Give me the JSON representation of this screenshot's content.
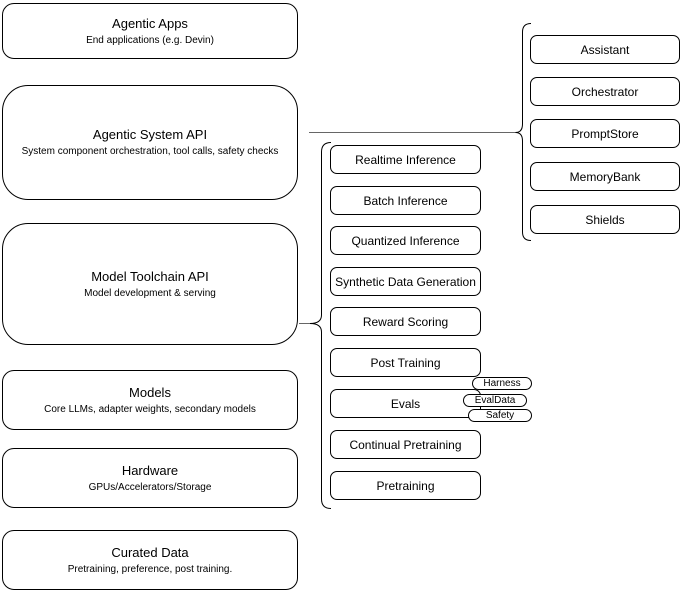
{
  "diagram": {
    "left_column": {
      "boxes": [
        {
          "title": "Agentic Apps",
          "subtitle": "End applications (e.g. Devin)"
        },
        {
          "title": "Agentic System API",
          "subtitle": "System component orchestration, tool calls, safety checks"
        },
        {
          "title": "Model Toolchain API",
          "subtitle": "Model development & serving"
        },
        {
          "title": "Models",
          "subtitle": "Core LLMs, adapter weights, secondary models"
        },
        {
          "title": "Hardware",
          "subtitle": "GPUs/Accelerators/Storage"
        },
        {
          "title": "Curated Data",
          "subtitle": "Pretraining, preference, post training."
        }
      ]
    },
    "toolchain_services": {
      "items": [
        {
          "label": "Realtime Inference"
        },
        {
          "label": "Batch Inference"
        },
        {
          "label": "Quantized Inference"
        },
        {
          "label": "Synthetic Data Generation"
        },
        {
          "label": "Reward Scoring"
        },
        {
          "label": "Post Training"
        },
        {
          "label": "Evals"
        },
        {
          "label": "Continual Pretraining"
        },
        {
          "label": "Pretraining"
        }
      ],
      "eval_tags": [
        {
          "label": "Harness"
        },
        {
          "label": "EvalData"
        },
        {
          "label": "Safety"
        }
      ]
    },
    "system_components": {
      "items": [
        {
          "label": "Assistant"
        },
        {
          "label": "Orchestrator"
        },
        {
          "label": "PromptStore"
        },
        {
          "label": "MemoryBank"
        },
        {
          "label": "Shields"
        }
      ]
    },
    "colors": {
      "stroke": "#000000",
      "connector": "#666666",
      "fill": "#ffffff",
      "background": "#ffffff"
    }
  }
}
